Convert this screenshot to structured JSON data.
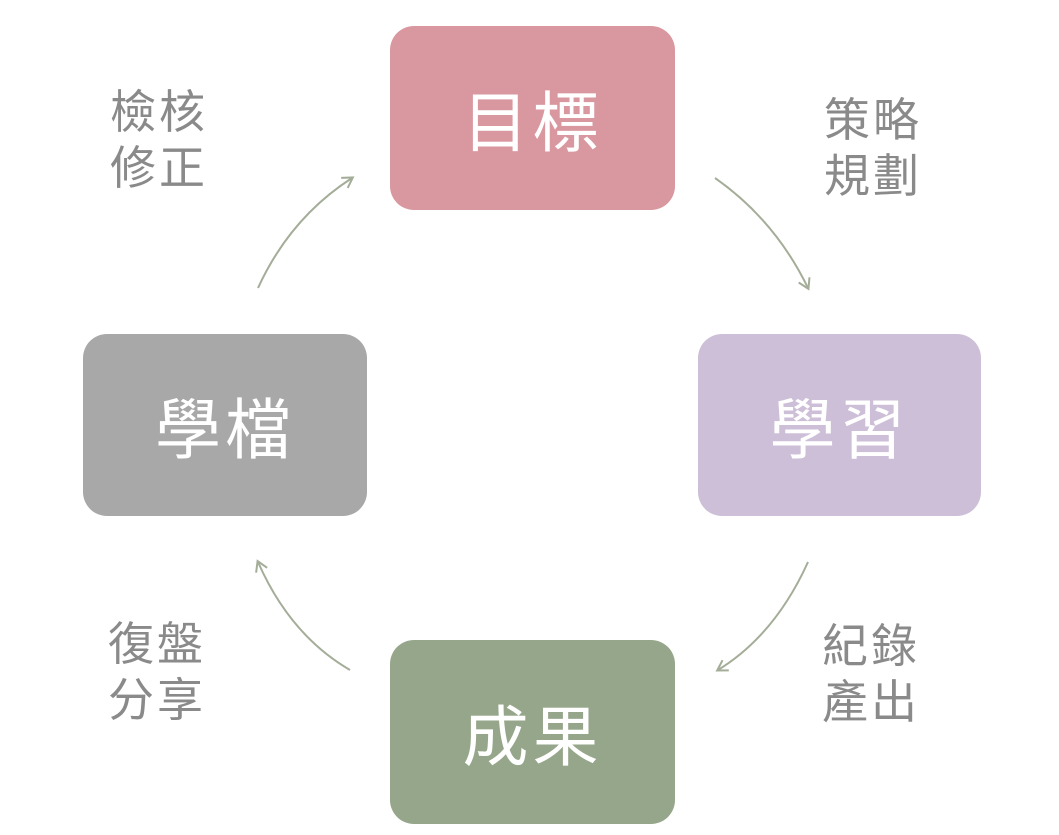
{
  "colors": {
    "goal": "#d9979f",
    "learn": "#cdbfd7",
    "result": "#96a68b",
    "profile": "#a8a8a8",
    "arrow": "#a4ad98",
    "label_text": "#8a8a8a"
  },
  "nodes": {
    "goal": {
      "label": "目標"
    },
    "learn": {
      "label": "學習"
    },
    "result": {
      "label": "成果"
    },
    "profile": {
      "label": "學檔"
    }
  },
  "edges": {
    "goal_to_learn": {
      "line1": "策略",
      "line2": "規劃"
    },
    "learn_to_result": {
      "line1": "紀錄",
      "line2": "產出"
    },
    "result_to_profile": {
      "line1": "復盤",
      "line2": "分享"
    },
    "profile_to_goal": {
      "line1": "檢核",
      "line2": "修正"
    }
  }
}
